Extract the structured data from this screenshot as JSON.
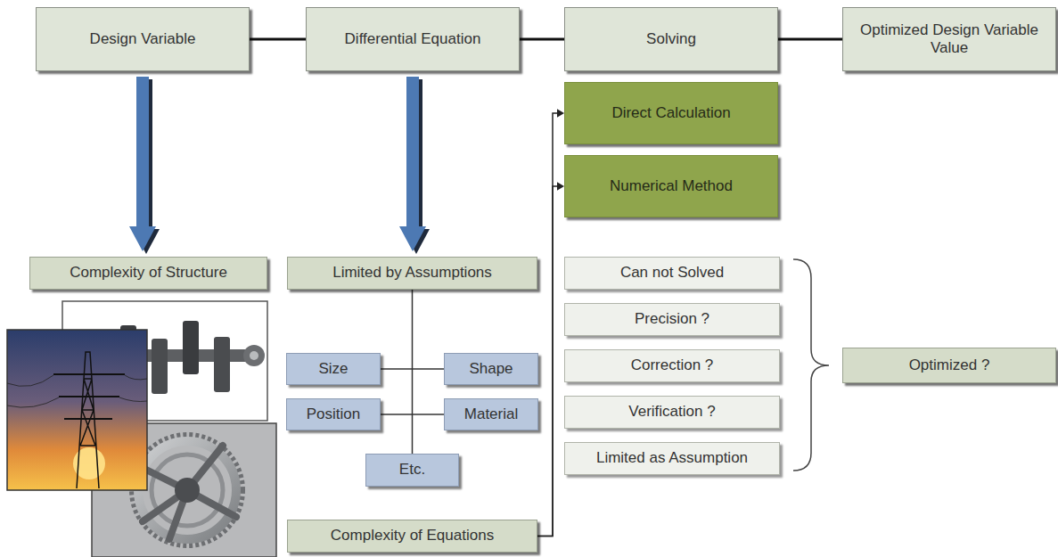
{
  "diagram": {
    "nodes": [
      {
        "text": [
          "Design Variable"
        ]
      },
      {
        "text": [
          "Differential Equation"
        ]
      },
      {
        "text": [
          "Solving"
        ]
      },
      {
        "text": [
          "Optimized Design Variable Value"
        ]
      },
      {
        "text": [
          "Direct Calculation"
        ]
      },
      {
        "text": [
          "Numerical Method"
        ]
      },
      {
        "text": [
          "Complexity of Structure"
        ]
      },
      {
        "text": [
          "Limited by Assumptions"
        ]
      },
      {
        "text": [
          "Size"
        ]
      },
      {
        "text": [
          "Shape"
        ]
      },
      {
        "text": [
          "Position"
        ]
      },
      {
        "text": [
          "Material"
        ]
      },
      {
        "text": [
          "Etc."
        ]
      },
      {
        "text": [
          "Complexity of Equations"
        ]
      },
      {
        "text": [
          "Can not Solved"
        ]
      },
      {
        "text": [
          "Precision ?"
        ]
      },
      {
        "text": [
          "Correction ?"
        ]
      },
      {
        "text": [
          "Verification ?"
        ]
      },
      {
        "text": [
          "Limited as Assumption"
        ]
      },
      {
        "text": [
          "Optimized ?"
        ]
      }
    ],
    "edges": [
      {
        "from": 0,
        "to": 1,
        "arrow": "none"
      },
      {
        "from": 1,
        "to": 2,
        "arrow": "none"
      },
      {
        "from": 2,
        "to": 3,
        "arrow": "none"
      },
      {
        "from": 0,
        "to": 6,
        "arrow": "to"
      },
      {
        "from": 1,
        "to": 7,
        "arrow": "to"
      },
      {
        "from": 7,
        "to": 12,
        "arrow": "none"
      },
      {
        "from": 8,
        "to": 9,
        "arrow": "none"
      },
      {
        "from": 10,
        "to": 11,
        "arrow": "none"
      },
      {
        "from": 13,
        "to": 4,
        "arrow": "to"
      },
      {
        "from": 13,
        "to": 5,
        "arrow": "to"
      }
    ]
  }
}
